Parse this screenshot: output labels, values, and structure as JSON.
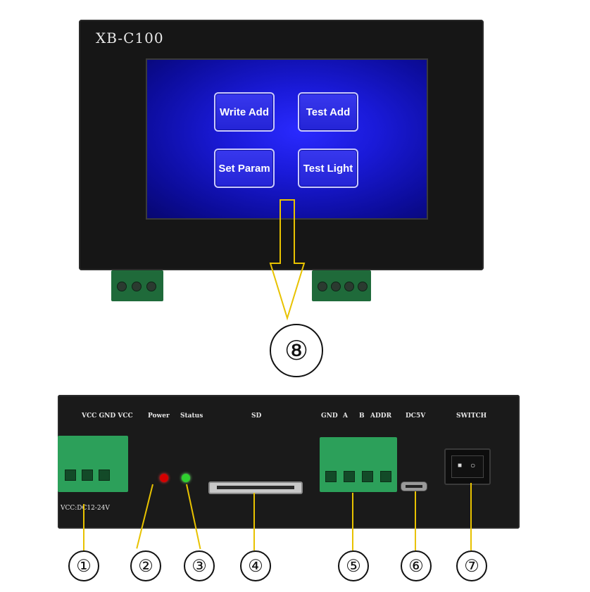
{
  "device_top": {
    "model": "XB-C100",
    "screen_buttons": [
      "Write Add",
      "Test Add",
      "Set Param",
      "Test Light"
    ]
  },
  "device_bottom": {
    "labels": {
      "vcc_gnd_vcc": "VCC GND VCC",
      "power": "Power",
      "status": "Status",
      "sd": "SD",
      "gnd": "GND",
      "a": "A",
      "b": "B",
      "addr": "ADDR",
      "dc5v": "DC5V",
      "switch": "SWITCH"
    },
    "vcc_note": "VCC:DC12-24V",
    "switch_marks": {
      "off": "■",
      "on": "○"
    }
  },
  "callouts": [
    "①",
    "②",
    "③",
    "④",
    "⑤",
    "⑥",
    "⑦",
    "⑧"
  ],
  "colors": {
    "arrow": "#e8c200",
    "led_power": "#d40000",
    "led_status": "#2fd02f",
    "terminal_green": "#2ca05a"
  }
}
